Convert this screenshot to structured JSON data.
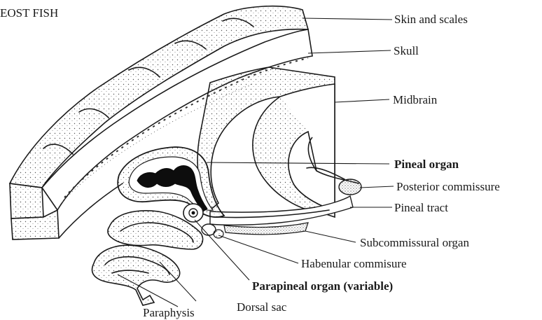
{
  "title": "EOST FISH",
  "labels": {
    "skin": "Skin and scales",
    "skull": "Skull",
    "midbrain": "Midbrain",
    "pineal_organ": "Pineal organ",
    "posterior_commissure": "Posterior commissure",
    "pineal_tract": "Pineal tract",
    "subcommissural_organ": "Subcommissural organ",
    "habenular_commisure": "Habenular commisure",
    "parapineal_organ": "Parapineal organ (variable)",
    "paraphysis": "Paraphysis",
    "dorsal_sac": "Dorsal sac"
  }
}
